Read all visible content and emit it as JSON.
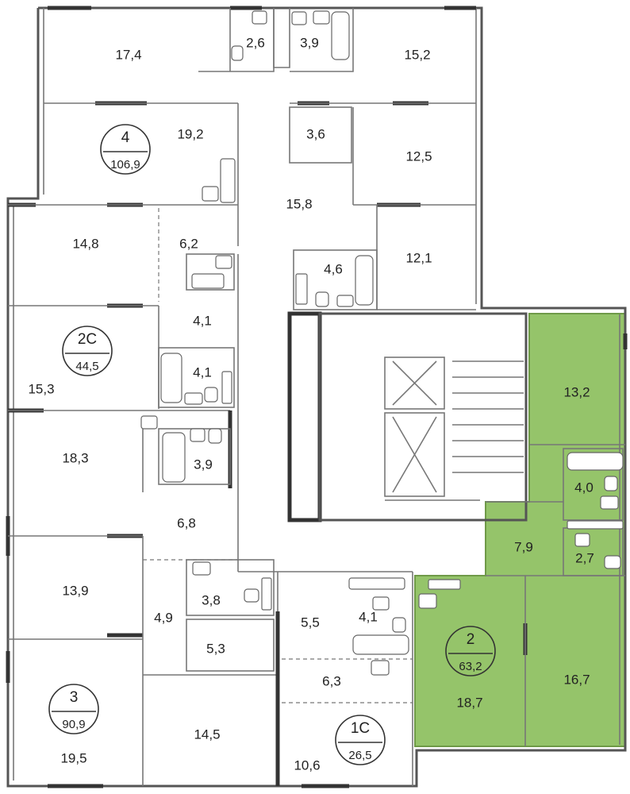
{
  "colors": {
    "highlight_fill": "#95c46a",
    "highlight_stroke": "#6f9a48",
    "wall": "#555555",
    "background": "#ffffff"
  },
  "apartments": [
    {
      "id": "apt-4",
      "number": "4",
      "area": "106,9"
    },
    {
      "id": "apt-2c",
      "number": "2С",
      "area": "44,5"
    },
    {
      "id": "apt-3",
      "number": "3",
      "area": "90,9"
    },
    {
      "id": "apt-2",
      "number": "2",
      "area": "63,2",
      "highlighted": true
    },
    {
      "id": "apt-1c",
      "number": "1С",
      "area": "26,5"
    }
  ],
  "rooms": [
    {
      "id": "r1",
      "area": "17,4"
    },
    {
      "id": "r2",
      "area": "2,6"
    },
    {
      "id": "r3",
      "area": "3,9"
    },
    {
      "id": "r4",
      "area": "15,2"
    },
    {
      "id": "r5",
      "area": "19,2"
    },
    {
      "id": "r6",
      "area": "3,6"
    },
    {
      "id": "r7",
      "area": "12,5"
    },
    {
      "id": "r8",
      "area": "15,8"
    },
    {
      "id": "r9",
      "area": "14,8"
    },
    {
      "id": "r10",
      "area": "6,2"
    },
    {
      "id": "r11",
      "area": "4,6"
    },
    {
      "id": "r12",
      "area": "12,1"
    },
    {
      "id": "r13",
      "area": "4,1"
    },
    {
      "id": "r14",
      "area": "4,1"
    },
    {
      "id": "r15",
      "area": "15,3"
    },
    {
      "id": "r16",
      "area": "13,2"
    },
    {
      "id": "r17",
      "area": "18,3"
    },
    {
      "id": "r18",
      "area": "3,9"
    },
    {
      "id": "r19",
      "area": "4,0"
    },
    {
      "id": "r20",
      "area": "6,8"
    },
    {
      "id": "r21",
      "area": "7,9"
    },
    {
      "id": "r22",
      "area": "2,7"
    },
    {
      "id": "r23",
      "area": "13,9"
    },
    {
      "id": "r24",
      "area": "3,8"
    },
    {
      "id": "r25",
      "area": "4,9"
    },
    {
      "id": "r26",
      "area": "5,5"
    },
    {
      "id": "r27",
      "area": "4,1"
    },
    {
      "id": "r28",
      "area": "5,3"
    },
    {
      "id": "r29",
      "area": "18,7"
    },
    {
      "id": "r30",
      "area": "16,7"
    },
    {
      "id": "r31",
      "area": "6,3"
    },
    {
      "id": "r32",
      "area": "14,5"
    },
    {
      "id": "r33",
      "area": "19,5"
    },
    {
      "id": "r34",
      "area": "10,6"
    }
  ]
}
